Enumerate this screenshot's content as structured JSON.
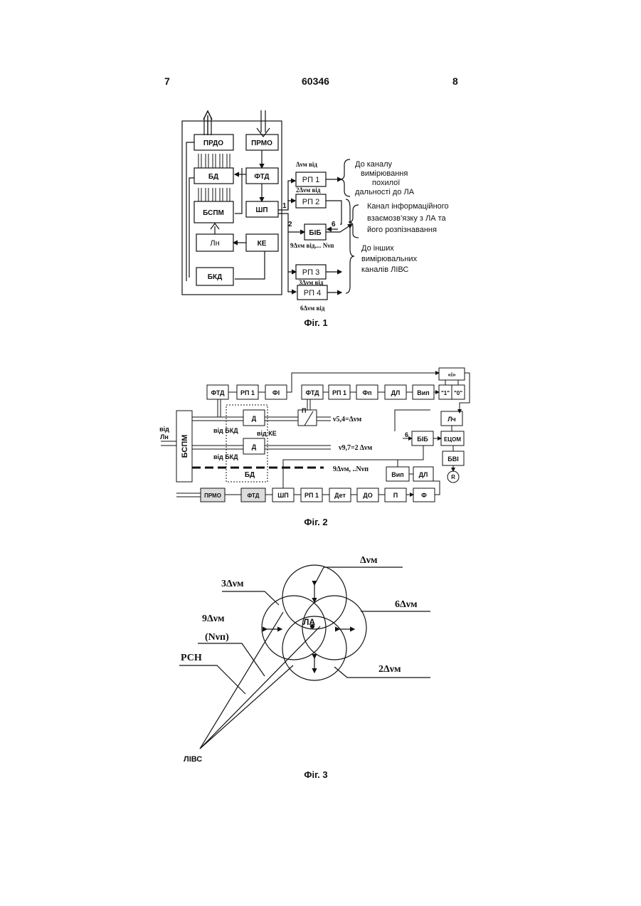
{
  "header": {
    "left_page": "7",
    "doc_number": "60346",
    "right_page": "8"
  },
  "fig1": {
    "caption": "Фіг. 1",
    "blocks": {
      "prdo": "ПРДО",
      "prmo": "ПРМО",
      "bd": "БД",
      "ftd": "ФТД",
      "bspm": "БСПМ",
      "shp": "ШП",
      "ln": "Лн",
      "ke": "КЕ",
      "bkd": "БКД",
      "bib": "БІБ",
      "rp1": "РП 1",
      "rp2": "РП 2",
      "rp3": "РП 3",
      "rp4": "РП 4"
    },
    "signals": {
      "rp1": "Δνм від",
      "rp2": "2Δνм від",
      "bib": "9Δνм від,... Nνп",
      "rp3": "3Δνм від",
      "rp4": "6Δνм від",
      "one": "1",
      "two": "2",
      "six": "6"
    },
    "notes": {
      "rp1_line1": "До каналу",
      "rp1_line2": "вимірювання",
      "rp1_line3": "похилої",
      "rp1_line4": "дальності до ЛА",
      "bib_line1": "Канал інформаційного",
      "bib_line2": "взаємозв’язку з ЛА та",
      "bib_line3": "його розпізнавання",
      "rp34_line1": "До інших",
      "rp34_line2": "вимірювальних",
      "rp34_line3": "каналів ЛІВС"
    }
  },
  "fig2": {
    "caption": "Фіг. 2",
    "blocks": {
      "ftd_a": "ФТД",
      "rp1_a": "РП 1",
      "fi": "ФІ",
      "ftd_b": "ФТД",
      "rp1_b": "РП 1",
      "fp": "Фп",
      "dl_a": "ДЛ",
      "vip_a": "Вип",
      "one_q": "\"1\"",
      "zero_q": "\"0\"",
      "i_block": "«і»",
      "lch": "Лч",
      "etsom": "ЕЦОМ",
      "bvi": "БВІ",
      "r": "R",
      "bspm": "БСПМ",
      "d1": "Д",
      "d2": "Д",
      "bd": "БД",
      "bib": "БІБ",
      "vip_b": "Вип",
      "dl_b": "ДЛ",
      "prmo": "ПРМО",
      "ftd_c": "ФТД",
      "shp": "ШП",
      "rp1_c": "РП 1",
      "det": "Дет",
      "do": "ДО",
      "p": "П",
      "f": "Ф"
    },
    "labels": {
      "vid": "від",
      "ln": "Лн",
      "vid_bkd_1": "від БКД",
      "vid_ke": "від КЕ",
      "vid_bkd_2": "від БКД",
      "p_switch": "П",
      "six": "6",
      "nu_54": "ν5,4=Δνм",
      "nu_97": "ν9,7=2 Δνм",
      "nu_n": "9Δνм, ..Nνп"
    }
  },
  "fig3": {
    "caption": "Фіг. 3",
    "labels": {
      "dnu_m": "Δνм",
      "three": "3Δνм",
      "six": "6Δνм",
      "nine": "9Δνм",
      "nvp": "(Nνп)",
      "rsn": "РСН",
      "two": "2Δνм",
      "la": "ЛА",
      "livs": "ЛІВС"
    }
  }
}
